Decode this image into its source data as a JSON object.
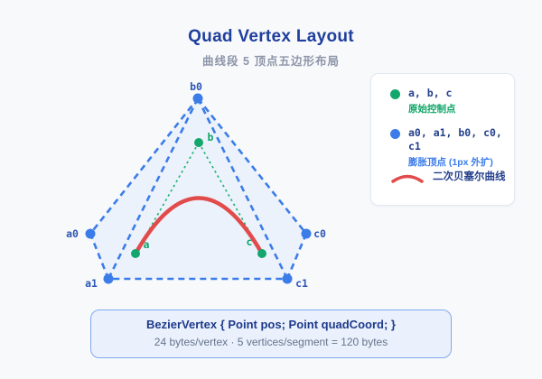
{
  "header": {
    "title": "Quad Vertex Layout",
    "subtitle": "曲线段 5 顶点五边形布局"
  },
  "diagram": {
    "outer_vertices": [
      {
        "id": "b0",
        "label": "b0"
      },
      {
        "id": "a0",
        "label": "a0"
      },
      {
        "id": "a1",
        "label": "a1"
      },
      {
        "id": "c1",
        "label": "c1"
      },
      {
        "id": "c0",
        "label": "c0"
      }
    ],
    "inner_points": [
      {
        "id": "b",
        "label": "b"
      },
      {
        "id": "a",
        "label": "a"
      },
      {
        "id": "c",
        "label": "c"
      }
    ]
  },
  "legend": {
    "items": [
      {
        "title": "a, b, c",
        "subtitle": "原始控制点"
      },
      {
        "title": "a0, a1, b0, c0, c1",
        "subtitle": "膨胀顶点 (1px 外扩)"
      },
      {
        "title": "二次贝塞尔曲线"
      }
    ]
  },
  "footer": {
    "code": "BezierVertex { Point pos; Point quadCoord; }",
    "stats": "24 bytes/vertex · 5 vertices/segment = 120 bytes"
  },
  "colors": {
    "blue": "#3b7ce8",
    "green": "#13a76d",
    "red": "#e24b4b",
    "navy": "#1f3f9c",
    "pentagon_fill": "#ecf2fb",
    "info_bg": "#eaf1fd",
    "info_border": "#7fa9ef"
  }
}
